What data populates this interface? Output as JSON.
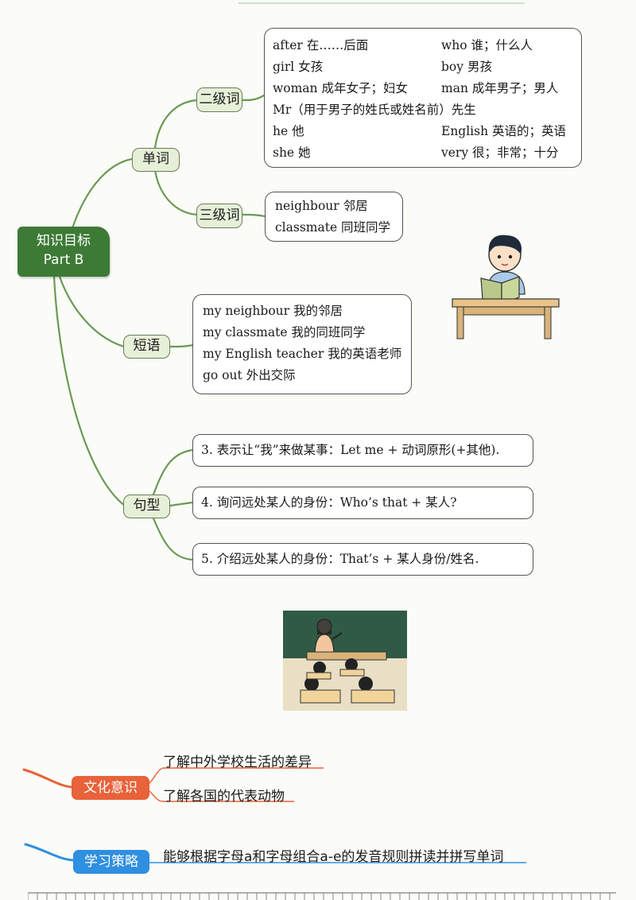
{
  "root": {
    "line1": "知识目标",
    "line2": "Part B"
  },
  "branches": {
    "words": "单词",
    "level2": "二级词",
    "level3": "三级词",
    "phrases": "短语",
    "sentences": "句型"
  },
  "level2_words": [
    {
      "left": "after 在……后面",
      "right": "who 谁；什么人"
    },
    {
      "left": "girl 女孩",
      "right": "boy 男孩"
    },
    {
      "left": "woman 成年女子；妇女",
      "right": "man 成年男子；男人"
    },
    {
      "full": "Mr（用于男子的姓氏或姓名前）先生"
    },
    {
      "left": "he 他",
      "right": "English 英语的；英语"
    },
    {
      "left": "she 她",
      "right": "very 很；非常；十分"
    }
  ],
  "level3_words": [
    "neighbour 邻居",
    "classmate 同班同学"
  ],
  "phrases": [
    "my neighbour 我的邻居",
    "my classmate 我的同班同学",
    "my English teacher 我的英语老师",
    "go out 外出交际"
  ],
  "sentences": [
    "3. 表示让“我”来做某事：Let me + 动词原形(+其他).",
    "4. 询问远处某人的身份：Who’s that + 某人?",
    "5. 介绍远处某人的身份：That’s + 某人身份/姓名."
  ],
  "culture": {
    "label": "文化意识",
    "items": [
      "了解中外学校生活的差异",
      "了解各国的代表动物"
    ]
  },
  "strategy": {
    "label": "学习策略",
    "text": "能够根据字母a和字母组合a-e的发音规则拼读并拼写单词"
  },
  "colors": {
    "root_green": "#3d7a36",
    "branch_line": "#5f8a4a",
    "culture_orange": "#e8623a",
    "strategy_blue": "#2f8fe0"
  }
}
